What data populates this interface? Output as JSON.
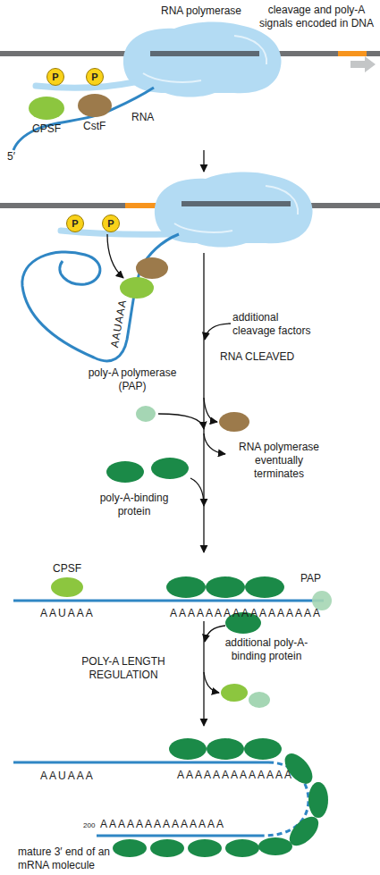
{
  "diagram": {
    "nodes": [
      {
        "text": [
          "P"
        ]
      },
      {
        "text": [
          "P"
        ]
      },
      {
        "text": [
          "P"
        ]
      },
      {
        "text": [
          "P"
        ]
      }
    ],
    "labels": [
      "RNA polymerase",
      "cleavage and poly-A signals encoded in DNA",
      "CPSF",
      "CstF",
      "RNA",
      "5′",
      "AAUAAA",
      "additional cleavage factors",
      "RNA CLEAVED",
      "poly-A polymerase (PAP)",
      "RNA polymerase eventually terminates",
      "poly-A-binding protein",
      "CPSF",
      "PAP",
      "AAUAAA",
      "AAAAAAAAAAAAAAAAA",
      "additional poly-A-binding protein",
      "POLY-A LENGTH REGULATION",
      "AAUAAA",
      "AAAAAAAAAAAAA",
      "200",
      "AAAAAAAAAAAAAA",
      "mature 3′ end of an mRNA molecule"
    ]
  }
}
